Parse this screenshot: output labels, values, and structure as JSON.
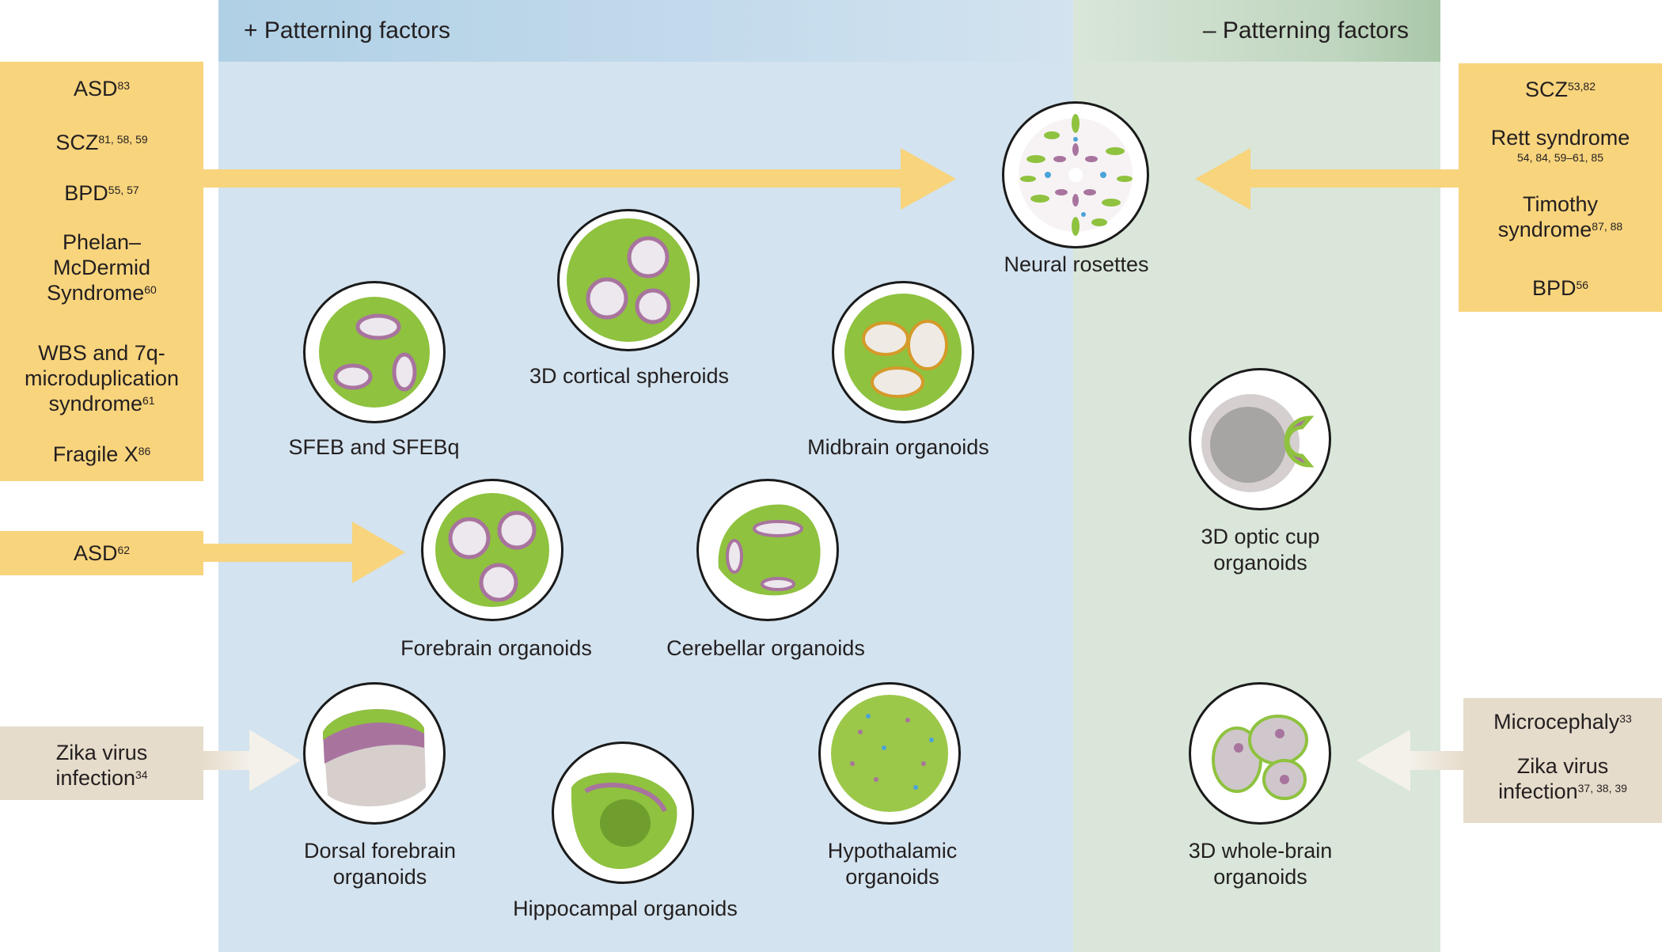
{
  "headers": {
    "positive": "+ Patterning factors",
    "negative": "– Patterning factors"
  },
  "disease_boxes": {
    "left_top": [
      {
        "name": "ASD",
        "refs": "83"
      },
      {
        "name": "SCZ",
        "refs": "81, 58, 59"
      },
      {
        "name": "BPD",
        "refs": "55, 57"
      },
      {
        "name": "Phelan– McDermid Syndrome",
        "line1": "Phelan–",
        "line2": "McDermid",
        "line3": "Syndrome",
        "refs": "60"
      },
      {
        "name": "WBS and 7q-microduplication syndrome",
        "line1": "WBS and 7q-",
        "line2": "microduplication",
        "line3": "syndrome",
        "refs": "61"
      },
      {
        "name": "Fragile X",
        "refs": "86"
      }
    ],
    "left_middle": {
      "name": "ASD",
      "refs": "62"
    },
    "left_bottom": {
      "line1": "Zika virus",
      "line2": "infection",
      "refs": "34"
    },
    "right_top": [
      {
        "name": "SCZ",
        "refs": "53,82"
      },
      {
        "name": "Rett syndrome",
        "refs": "54, 84, 59–61, 85"
      },
      {
        "line1": "Timothy",
        "line2": "syndrome",
        "refs": "87, 88"
      },
      {
        "name": "BPD",
        "refs": "56"
      }
    ],
    "right_bottom": [
      {
        "name": "Microcephaly",
        "refs": "33"
      },
      {
        "line1": "Zika virus",
        "line2": "infection",
        "refs": "37, 38, 39"
      }
    ]
  },
  "organoids": {
    "neural_rosettes": "Neural rosettes",
    "cortical_spheroids": "3D cortical spheroids",
    "sfeb": "SFEB and SFEBq",
    "midbrain": "Midbrain organoids",
    "forebrain": "Forebrain organoids",
    "cerebellar": "Cerebellar organoids",
    "optic_cup_1": "3D optic cup",
    "optic_cup_2": "organoids",
    "dorsal_forebrain_1": "Dorsal forebrain",
    "dorsal_forebrain_2": "organoids",
    "hippocampal": "Hippocampal organoids",
    "hypothalamic_1": "Hypothalamic",
    "hypothalamic_2": "organoids",
    "whole_brain_1": "3D whole-brain",
    "whole_brain_2": "organoids"
  },
  "colors": {
    "positive_panel": "#d3e3ef",
    "negative_panel": "#d9e6d9",
    "disease_box_yellow": "#f8d47d",
    "infection_box_beige": "#e6dccb",
    "arrow_yellow": "#f8d47d",
    "tissue_green": "#8fc23f",
    "rosette_purple": "#a8749e"
  }
}
